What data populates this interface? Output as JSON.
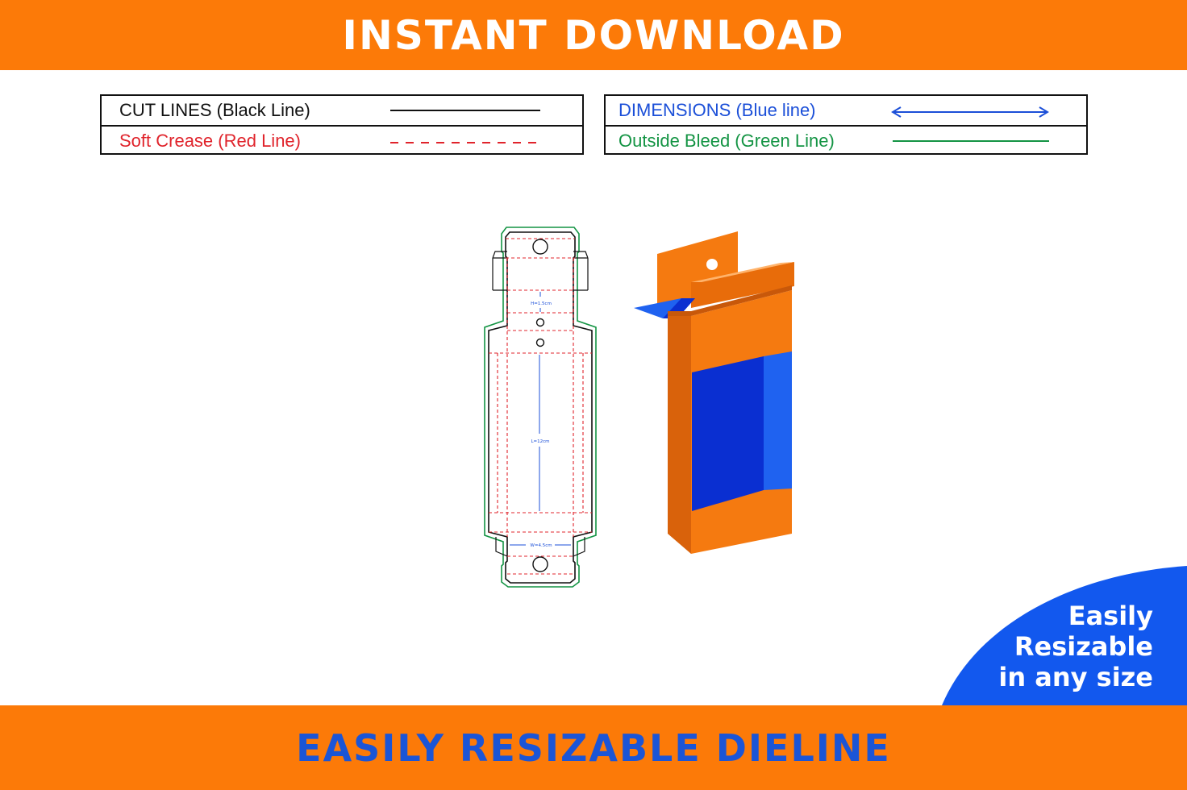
{
  "header": {
    "title": "INSTANT DOWNLOAD"
  },
  "legend": {
    "left": [
      {
        "label": "CUT LINES (Black Line)",
        "color": "#111111",
        "line": "solid"
      },
      {
        "label": "Soft Crease (Red Line)",
        "color": "#e0242c",
        "line": "dashed"
      }
    ],
    "right": [
      {
        "label": "DIMENSIONS (Blue line)",
        "color": "#1b4fd8",
        "line": "double-arrow"
      },
      {
        "label": "Outside Bleed (Green Line)",
        "color": "#149444",
        "line": "solid"
      }
    ]
  },
  "dieline": {
    "dimensions": {
      "height": "H=1.5cm",
      "length": "L=12cm",
      "width": "W=4.5cm"
    },
    "colors": {
      "cut": "#111111",
      "crease": "#e0242c",
      "dimension": "#1b4fd8",
      "bleed": "#149444"
    }
  },
  "mockup": {
    "colors": {
      "orange": "#f57a10",
      "orange_dark": "#d9620b",
      "blue": "#0a2fd1",
      "blue_light": "#1f62f0"
    }
  },
  "badge": {
    "lines": [
      "Easily",
      "Resizable",
      "in any size"
    ],
    "color": "#1258ee"
  },
  "footer": {
    "title": "EASILY RESIZABLE DIELINE"
  }
}
